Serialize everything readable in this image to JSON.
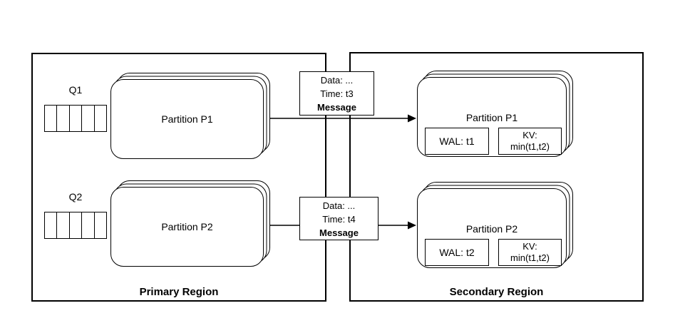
{
  "diagram": {
    "primary_region": {
      "label": "Primary Region"
    },
    "secondary_region": {
      "label": "Secondary Region"
    },
    "queue1": {
      "label": "Q1",
      "cells": 5
    },
    "queue2": {
      "label": "Q2",
      "cells": 5
    },
    "primary_partition1": {
      "label": "Partition P1"
    },
    "primary_partition2": {
      "label": "Partition P2"
    },
    "secondary_partition1": {
      "label": "Partition P1",
      "wal": "WAL: t1",
      "kv_title": "KV:",
      "kv_value": "min(t1,t2)"
    },
    "secondary_partition2": {
      "label": "Partition P2",
      "wal": "WAL: t2",
      "kv_title": "KV:",
      "kv_value": "min(t1,t2)"
    },
    "message1": {
      "data": "Data: ...",
      "time": "Time: t3",
      "title": "Message"
    },
    "message2": {
      "data": "Data: ...",
      "time": "Time: t4",
      "title": "Message"
    }
  },
  "colors": {
    "stroke": "#000000",
    "background": "#ffffff"
  }
}
